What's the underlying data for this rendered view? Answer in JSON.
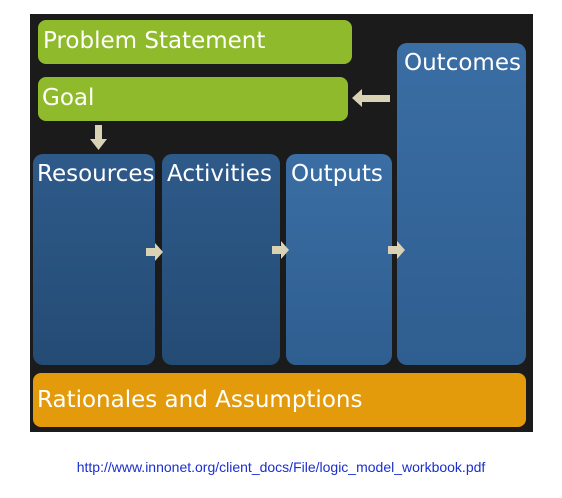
{
  "diagram": {
    "problem_statement": "Problem Statement",
    "goal": "Goal",
    "outcomes": "Outcomes",
    "resources": "Resources",
    "activities": "Activities",
    "outputs": "Outputs",
    "rationales": "Rationales and Assumptions"
  },
  "source_url": "http://www.innonet.org/client_docs/File/logic_model_workbook.pdf",
  "colors": {
    "panel": "#1b1b1b",
    "green": "#8fba2b",
    "blue": "#2e5a8a",
    "orange": "#e39b0c",
    "arrow": "#d9d2b4",
    "link": "#1a2fd0"
  }
}
